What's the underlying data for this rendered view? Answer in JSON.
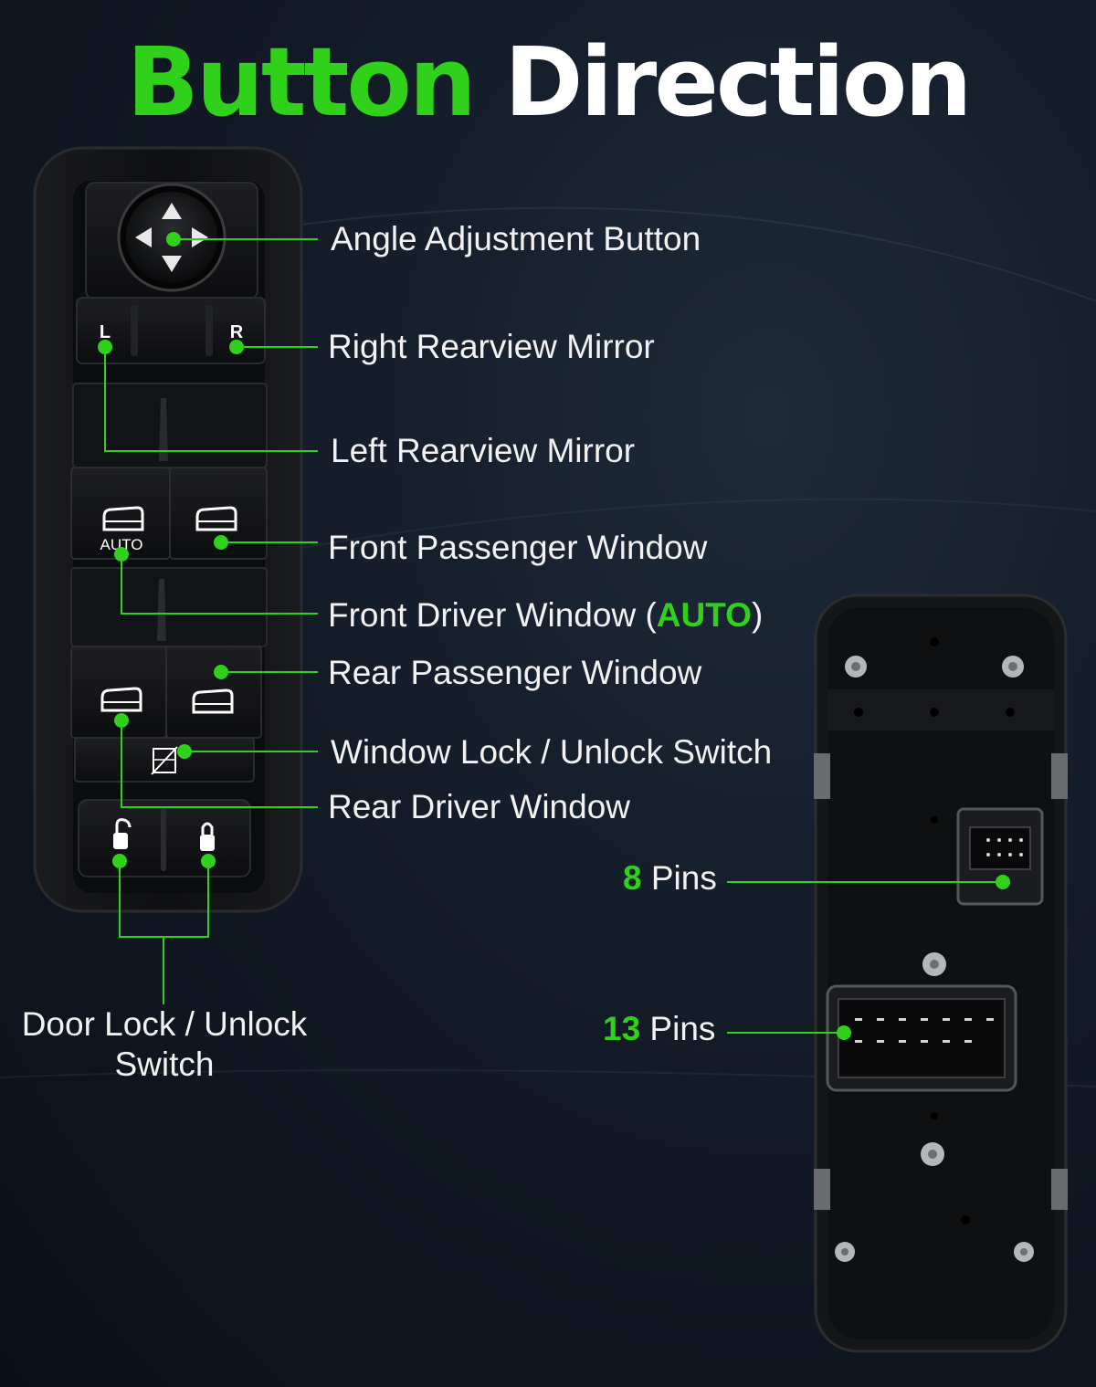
{
  "title": {
    "part1": "Button",
    "part2": "Direction"
  },
  "colors": {
    "accent": "#2fd11a",
    "background": "#131b27",
    "panel": "#111214",
    "label": "#f2f2f2"
  },
  "labels": {
    "angle_adjustment": "Angle Adjustment Button",
    "right_mirror": "Right Rearview Mirror",
    "left_mirror": "Left Rearview Mirror",
    "front_passenger": "Front Passenger Window",
    "front_driver_prefix": "Front Driver Window (",
    "front_driver_auto": "AUTO",
    "front_driver_suffix": ")",
    "rear_passenger": "Rear Passenger Window",
    "window_lock": "Window Lock / Unlock Switch",
    "rear_driver": "Rear Driver Window",
    "door_lock_line1": "Door Lock / Unlock",
    "door_lock_line2": "Switch",
    "pins8_number": "8",
    "pins8_word": " Pins",
    "pins13_number": "13",
    "pins13_word": " Pins"
  },
  "switch_markings": {
    "left": "L",
    "right": "R",
    "auto": "AUTO"
  },
  "icons": [
    "arrow-up-icon",
    "arrow-down-icon",
    "arrow-left-icon",
    "arrow-right-icon",
    "window-icon",
    "window-lock-icon",
    "padlock-open-icon",
    "padlock-closed-icon"
  ]
}
